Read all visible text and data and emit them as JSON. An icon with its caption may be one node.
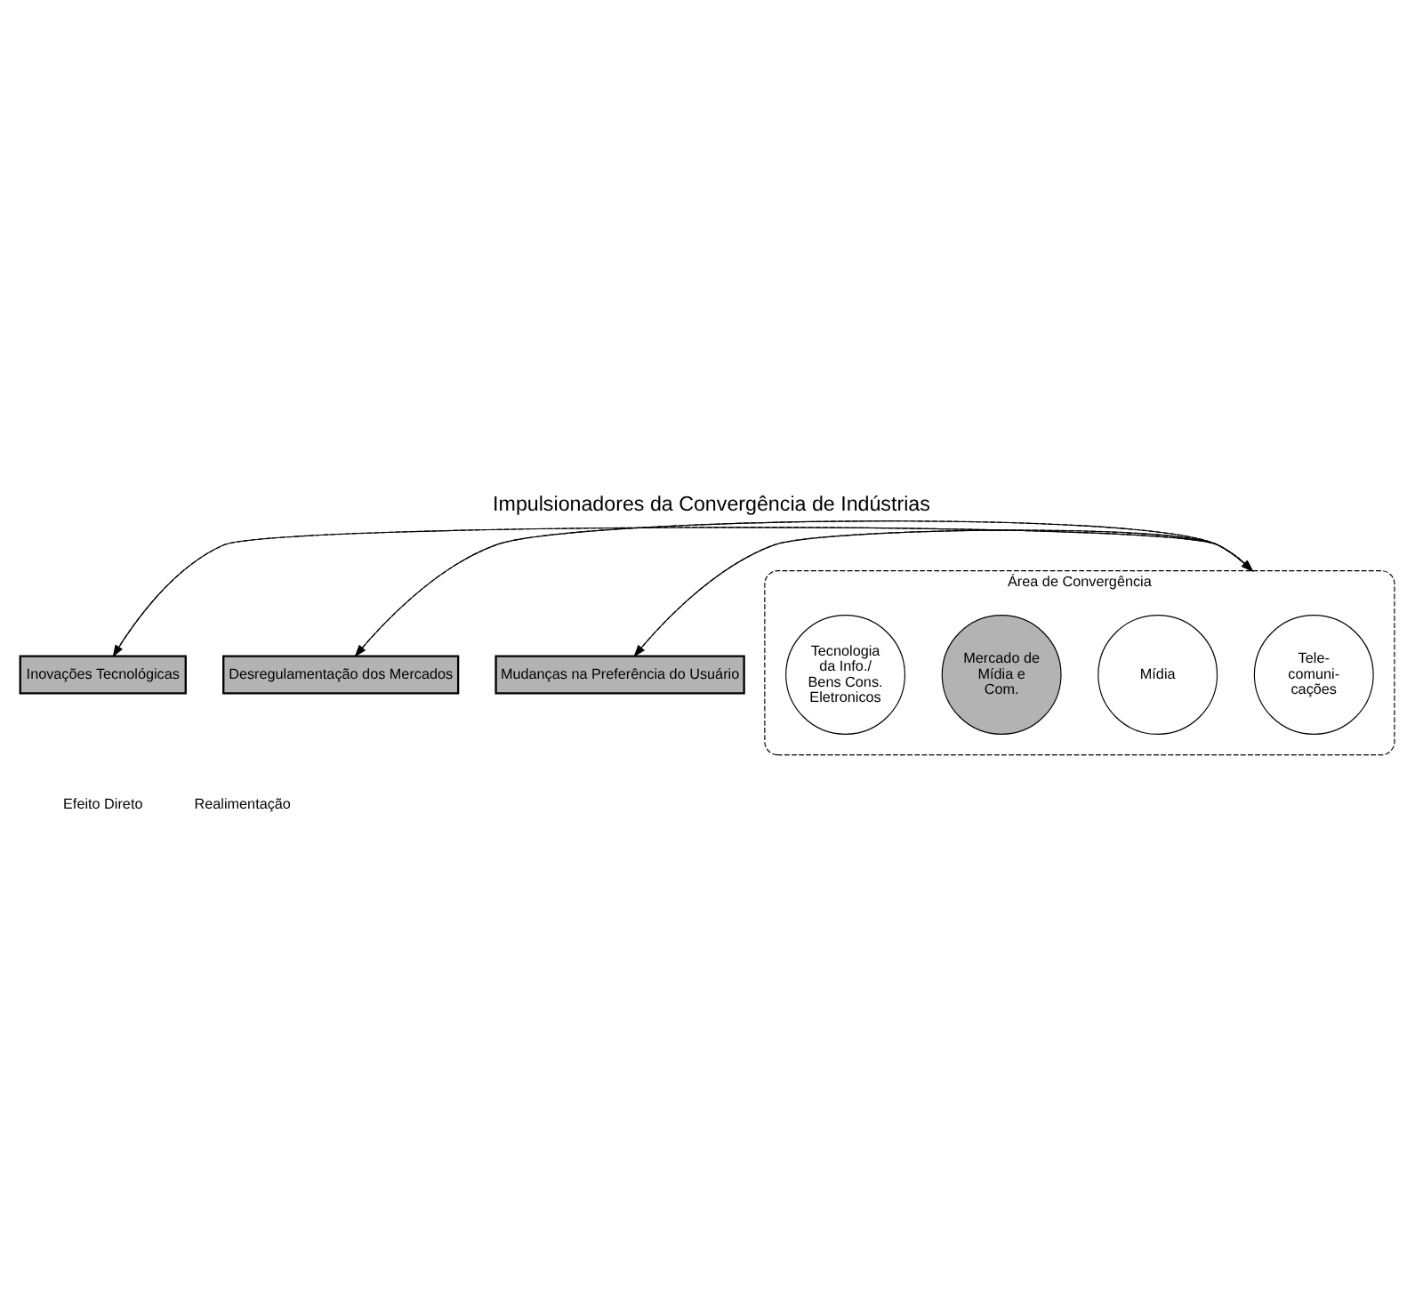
{
  "diagram": {
    "title": "Impulsionadores da Convergência de Indústrias",
    "nodes": [
      {
        "text": [
          "Inovações Tecnológicas"
        ]
      },
      {
        "text": [
          "Desregulamentação dos Mercados"
        ]
      },
      {
        "text": [
          "Mudanças na Preferência do Usuário"
        ]
      },
      {
        "text": [
          "Área de Convergência"
        ]
      },
      {
        "text": [
          "Tele- comuni- cações"
        ],
        "in": 3
      },
      {
        "text": [
          "Mídia"
        ],
        "in": 3
      },
      {
        "text": [
          "Mercado de Mídia e Com."
        ],
        "in": 3
      },
      {
        "text": [
          "Tecnologia da Info./ Bens Cons. Eletronicos"
        ],
        "in": 3
      }
    ],
    "edges": [
      {
        "from": 0,
        "to": 3,
        "arrow": "to"
      },
      {
        "from": 3,
        "to": 0,
        "arrow": "to",
        "style": "dashed"
      },
      {
        "from": 1,
        "to": 3,
        "arrow": "to"
      },
      {
        "from": 3,
        "to": 1,
        "arrow": "to",
        "style": "dashed"
      },
      {
        "from": 2,
        "to": 3,
        "arrow": "to"
      },
      {
        "from": 3,
        "to": 2,
        "arrow": "to",
        "style": "dashed"
      }
    ],
    "legend": [
      {
        "text": "Efeito Direto"
      },
      {
        "text": "Realimentação"
      }
    ]
  }
}
